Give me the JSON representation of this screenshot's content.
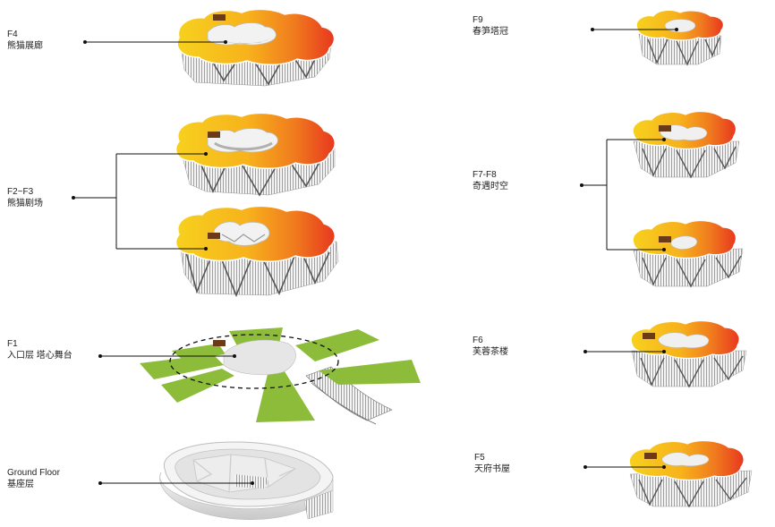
{
  "labels": {
    "f4": {
      "code": "F4",
      "name": "熊猫展廊"
    },
    "f2f3": {
      "code": "F2~F3",
      "name": "熊猫剧场"
    },
    "f1": {
      "code": "F1",
      "name": "入口层 塔心舞台"
    },
    "ground": {
      "code": "Ground Floor",
      "name": "基座层"
    },
    "f9": {
      "code": "F9",
      "name": "春笋塔冠"
    },
    "f7f8": {
      "code": "F7-F8",
      "name": "奇遇时空"
    },
    "f6": {
      "code": "F6",
      "name": "芙蓉茶楼"
    },
    "f5": {
      "code": "F5",
      "name": "天府书屋"
    }
  },
  "colors": {
    "heat_yellow": "#f7d11e",
    "heat_orange": "#f39a1c",
    "heat_red": "#e8371f",
    "lawn_green": "#8dbb3a",
    "leader_line": "#111111",
    "shell_grey": "#d9d9d9"
  }
}
